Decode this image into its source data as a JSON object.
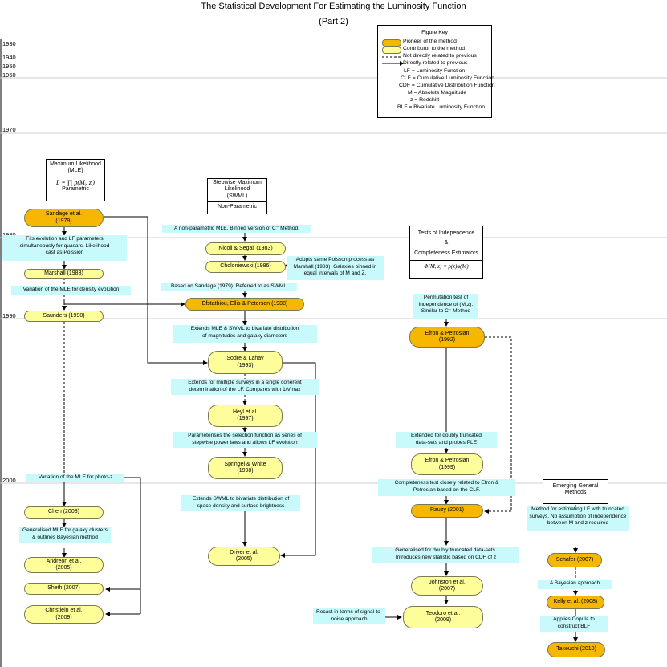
{
  "title": "The Statistical Development For Estimating the Luminosity Function",
  "subtitle": "(Part 2)",
  "years": [
    "1930",
    "1940",
    "1950",
    "1960",
    "1970",
    "1980",
    "1990",
    "2000"
  ],
  "figure_key": {
    "title": "Figure Key",
    "pioneer": "Pioneer of the method",
    "contributor": "Contributor to the method",
    "dashed": "Not directly related to previous",
    "solid": "Directly related to previous",
    "lf": "LF = Luminosity Function",
    "clf": "CLF = Cumulative Luminosity Function",
    "cdf": "CDF = Cumulative Distribution Function",
    "m": "M = Absolute Magnitude",
    "z": "z = Redshift",
    "blf": "BLF = Bivariate Luminosity Function"
  },
  "headers": {
    "mle_title": "Maximum Likelihood\n(MLE)",
    "mle_formula": "L = ∏ p(Mᵢ, zᵢ)",
    "mle_sub": "Parametric",
    "swml_title": "Stepwise Maximum\nLikelihood\n(SWML)",
    "swml_sub": "Non-Parametric",
    "tests_line1": "Tests of Independence",
    "tests_amp": "&",
    "tests_line2": "Completeness Estimators",
    "tests_formula": "Φ(M, z) = ρ(z)φ(M)",
    "emerging": "Emerging General\nMethods"
  },
  "methods": {
    "sandage": "Sandage et al.\n(1979)",
    "marshall": "Marshall (1983)",
    "saunders": "Saunders (1990)",
    "chen": "Chen (2003)",
    "andreon": "Andreon et al.\n(2005)",
    "sheth": "Sheth (2007)",
    "christlein": "Christlein et al.\n(2009)",
    "nicoll": "Nicoll & Segall (1983)",
    "choloniewski": "Choloniewski (1986)",
    "efstathiou": "Efstathiou, Ellis & Peterson (1988)",
    "sodre": "Sodre & Lahav\n(1993)",
    "heyl": "Heyl et al.\n(1997)",
    "springel": "Springel & White\n(1998)",
    "driver": "Driver et al.\n(2005)",
    "efron92": "Efron & Petrosian\n(1992)",
    "efron99": "Efron & Petrosian\n(1999)",
    "rauzy": "Rauzy (2001)",
    "johnston": "Johnston et al.\n(2007)",
    "teodoro": "Teodoro et al.\n(2009)",
    "schafer": "Schafer (2007)",
    "kelly": "Kelly et al. (2008)",
    "takeuchi": "Takeuchi (2010)"
  },
  "notes": {
    "fits": "Fits evolution and LF parameters\nsimultaneously for quasars. Likelihood\ncast as Poission",
    "density": "Variation of the MLE for density evolution",
    "photoz": "Variation of the MLE for photo-z",
    "clusters": "Generalised MLE for galaxy clusters\n& outlines Bayesian method",
    "nonparam": "A non-parametric MLE.  Binned version of C⁻ Method.",
    "adopts": "Adopts same Poisson process as\nMarshall (1983).  Galaxies binned in\nequal intervals of M and Z.",
    "based": "Based on Sandage (1979). Referred to as SWML",
    "extends_bivariate": "Extends MLE & SWML to bivariate distribution\nof magnitudes and galaxy diameters",
    "extends_surveys": "Extends for multiple surveys in a single coherent\ndetermination of the LF.  Compares with 1/Vmax",
    "parametrises": "Parameterises the selection function as series of\nstepwise power laws and allows LF evolution",
    "swml_space": "Extends SWML to bivariate distribution of\nspace density and surface brightness",
    "permutation": "Permutation test of\nindependence of (M,z).\nSimilar to C⁻ Method",
    "doubly": "Extended for doubly truncated\ndata-sets and probes PLE",
    "completeness": "Completeness test closely related to Efron &\nPetrosian based on the CLF.",
    "generalised": "Generalised for doubly truncated data-sets.\nIntroduces new statistic based on CDF of z",
    "recast": "Recast in terms of signal-to-\nnoise approach",
    "truncated": "Method for estimating LF with truncated\nsurveys. No assumption of independence\nbetween M and z required",
    "bayesian": "A Bayesian approach",
    "copula": "Applies Copula to\nconstruct BLF"
  },
  "colors": {
    "pioneer": "#f5b700",
    "contributor": "#fdfd9a",
    "note": "#c8fafc"
  }
}
